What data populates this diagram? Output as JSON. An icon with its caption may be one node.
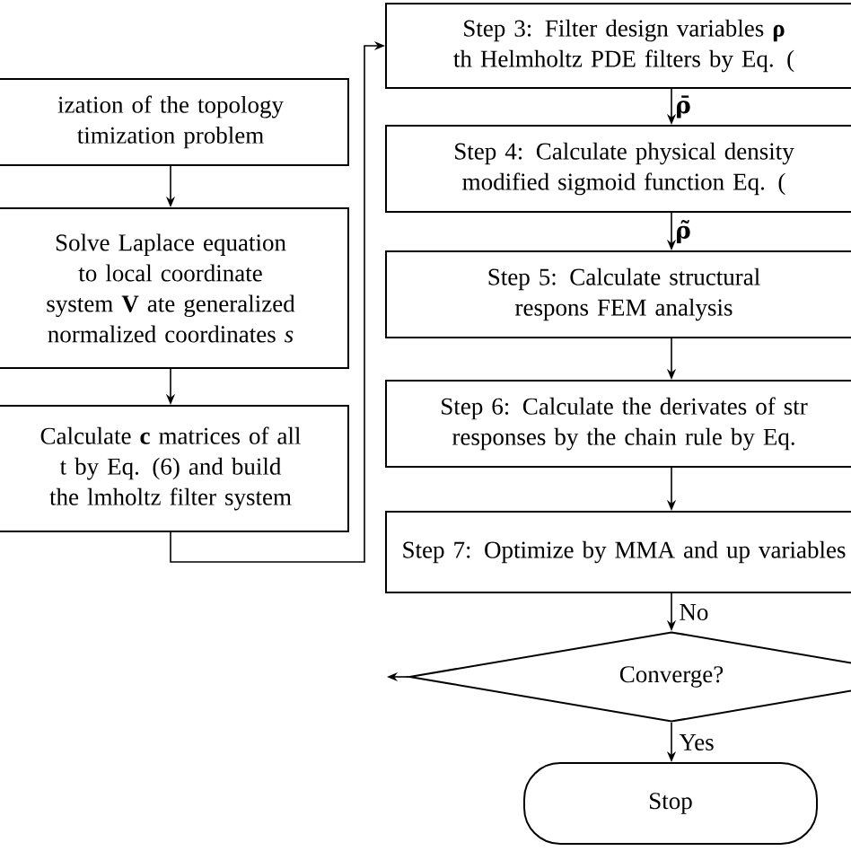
{
  "diagram": {
    "nodes": [
      {
        "text": [
          "ization of the topology timization problem"
        ]
      },
      {
        "text": [
          "Solve Laplace equation to local coordinate system **V** ate generalized normalized coordinates *s*"
        ]
      },
      {
        "text": [
          "Calculate **c** matrices of all t by Eq. (6) and build the lmholtz filter system"
        ]
      },
      {
        "text": [
          "Step 3: Filter design variables **ρ** th Helmholtz PDE filters by Eq. ("
        ]
      },
      {
        "text": [
          "Step 4: Calculate physical density modified sigmoid function Eq. ("
        ]
      },
      {
        "text": [
          "Step 5: Calculate structural respons FEM analysis"
        ]
      },
      {
        "text": [
          "Step 6: Calculate the derivates of str responses by the chain rule by Eq."
        ]
      },
      {
        "text": [
          "Step 7: Optimize by MMA and up variables"
        ]
      },
      {
        "text": [
          "Converge?"
        ]
      },
      {
        "text": [
          "Stop"
        ]
      }
    ],
    "edges": [
      {
        "from": 0,
        "to": 1,
        "arrow": "to"
      },
      {
        "from": 1,
        "to": 2,
        "arrow": "to"
      },
      {
        "from": 2,
        "to": 3,
        "arrow": "to"
      },
      {
        "from": 3,
        "to": 4,
        "arrow": "to",
        "label": "ρ̄"
      },
      {
        "from": 4,
        "to": 5,
        "arrow": "to",
        "label": "ρ̃"
      },
      {
        "from": 5,
        "to": 6,
        "arrow": "to"
      },
      {
        "from": 6,
        "to": 7,
        "arrow": "to"
      },
      {
        "from": 7,
        "to": 8,
        "arrow": "to",
        "label": "No"
      },
      {
        "from": 8,
        "to": 9,
        "arrow": "to",
        "label": "Yes"
      },
      {
        "from": 8,
        "to": null,
        "arrow": "to"
      }
    ]
  }
}
